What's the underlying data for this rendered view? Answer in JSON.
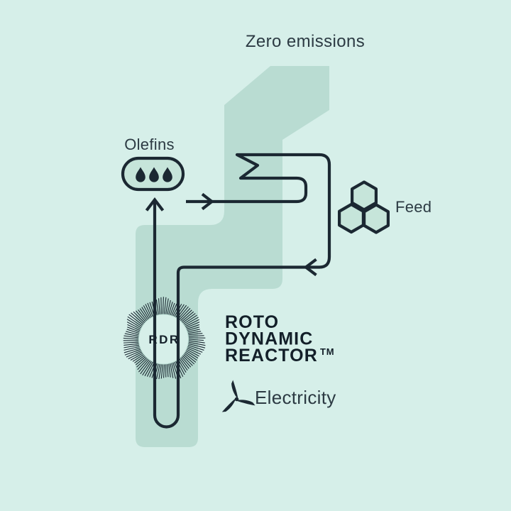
{
  "colors": {
    "background": "#d6efe9",
    "band": "#b9dcd2",
    "node_fill": "#c6e5da",
    "line": "#1b2832",
    "text": "#2c3a43",
    "heading": "#131f29"
  },
  "labels": {
    "zero_emissions": "Zero emissions",
    "olefins": "Olefins",
    "feed": "Feed",
    "electricity": "Electricity",
    "reactor_line1": "ROTO",
    "reactor_line2": "DYNAMIC",
    "reactor_line3": "REACTOR",
    "reactor_tm": "TM",
    "rdr": "RDR"
  },
  "icons": {
    "olefins": "droplets-icon",
    "feed": "hexagon-cluster-icon",
    "electricity": "wind-turbine-icon",
    "reactor": "sunburst-rotor-icon",
    "flow_arrows": [
      "arrow-up-icon",
      "arrow-right-icon",
      "arrow-left-icon"
    ]
  }
}
